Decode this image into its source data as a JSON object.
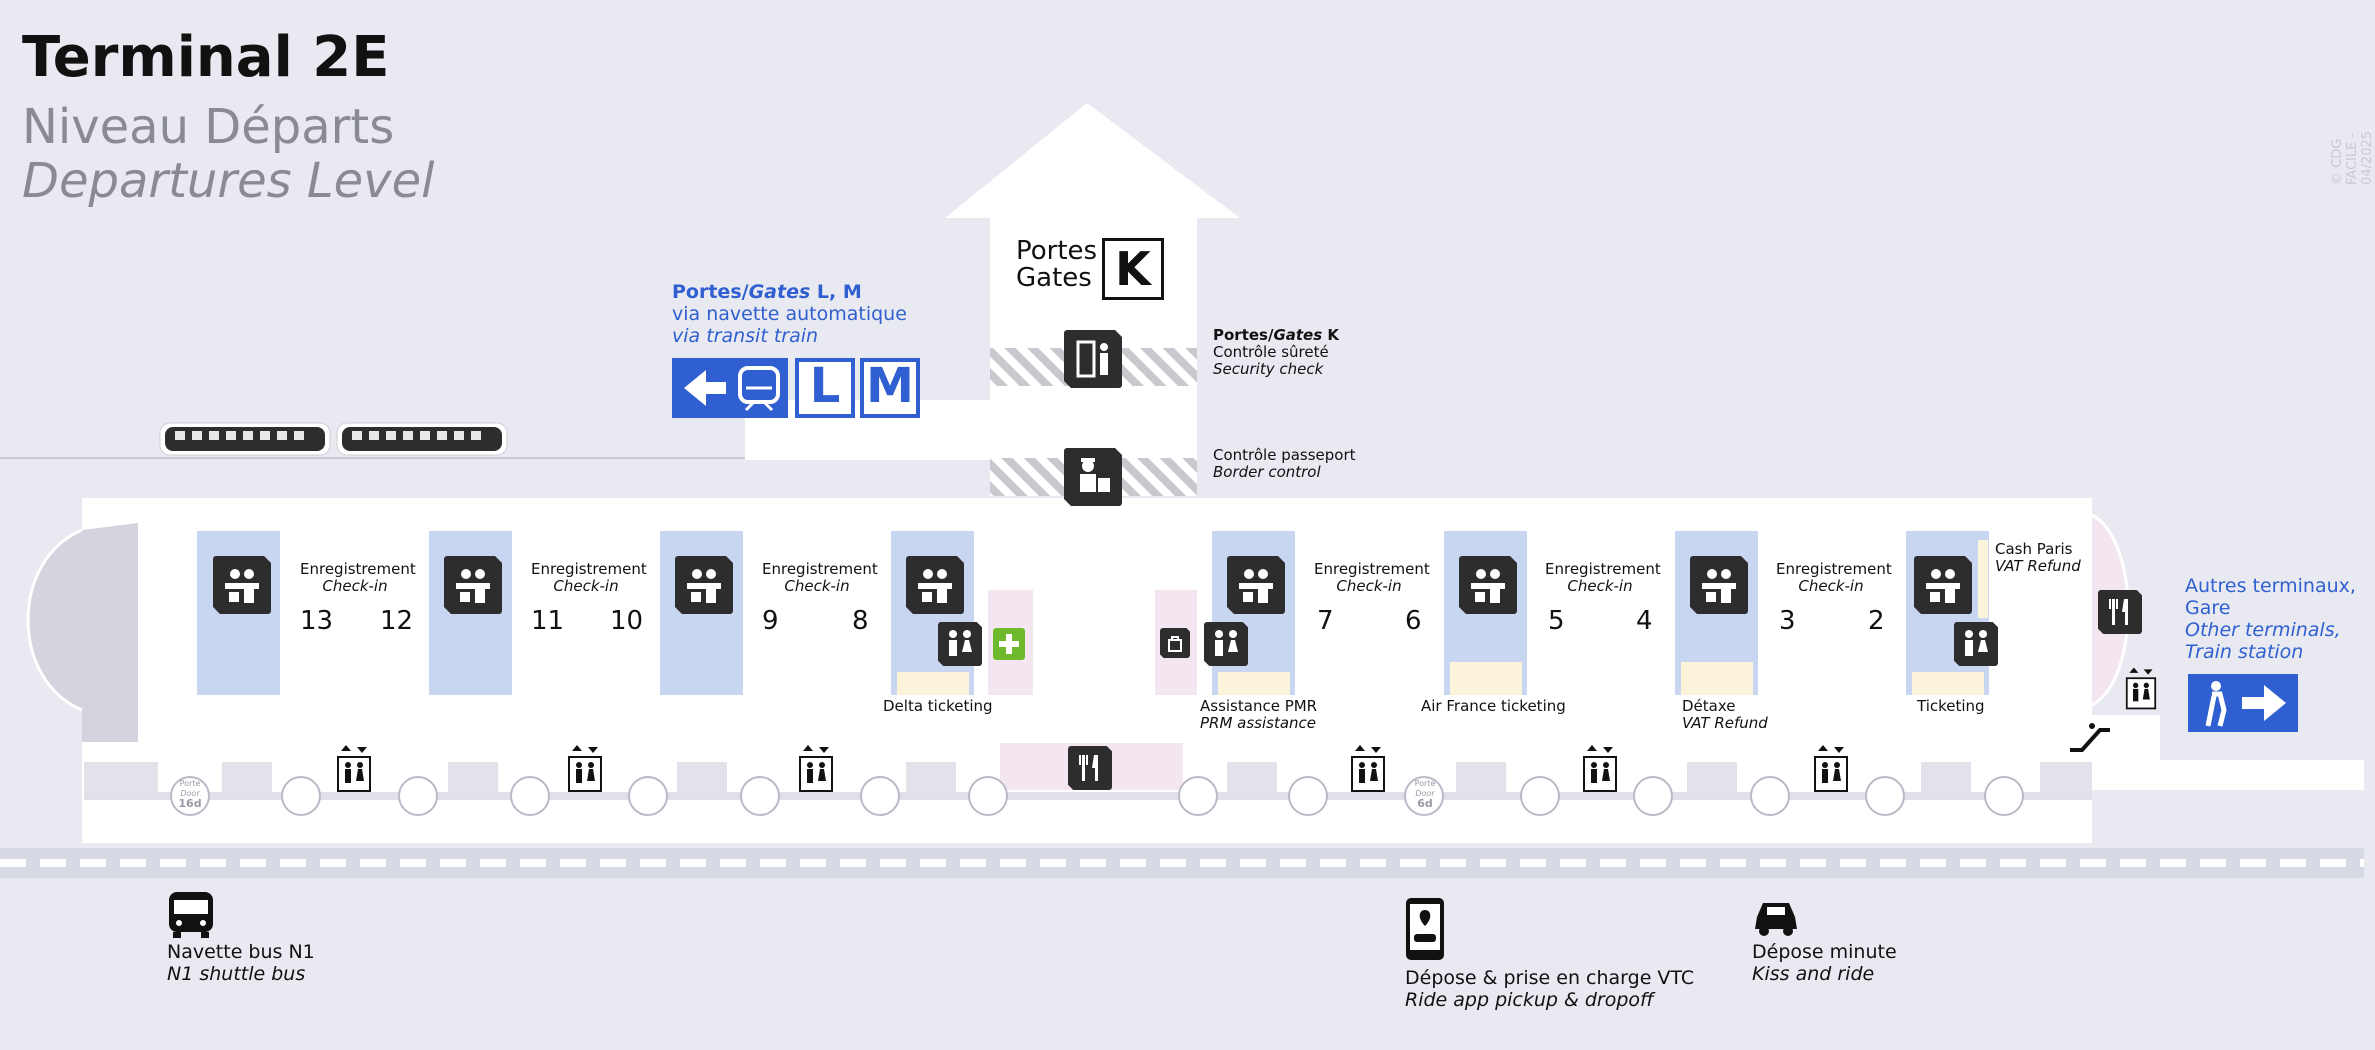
{
  "header": {
    "title": "Terminal 2E",
    "subtitle_fr": "Niveau Départs",
    "subtitle_en": "Departures Level"
  },
  "watermark": "© CDG FACILE - 04/2025",
  "gates_k": {
    "label": "Portes\nGates",
    "letter": "K"
  },
  "gates_lm": {
    "line1_fr": "Portes/",
    "line1_en": "Gates",
    "line1_tail": " L, M",
    "line2": "via navette automatique",
    "line3": "via transit train",
    "sign_letters": [
      "L",
      "M"
    ]
  },
  "security": {
    "title_fr": "Portes/",
    "title_en": "Gates",
    "title_tail": " K",
    "line_fr": "Contrôle sûreté",
    "line_en": "Security check"
  },
  "passport": {
    "line_fr": "Contrôle passeport",
    "line_en": "Border control"
  },
  "checkin_label_fr": "Enregistrement",
  "checkin_label_en": "Check-in",
  "counters": [
    {
      "left": "13",
      "right": "12"
    },
    {
      "left": "11",
      "right": "10"
    },
    {
      "left": "9",
      "right": "8"
    },
    {
      "left": "7",
      "right": "6"
    },
    {
      "left": "5",
      "right": "4"
    },
    {
      "left": "3",
      "right": "2"
    }
  ],
  "services": {
    "delta": "Delta ticketing",
    "pmr_fr": "Assistance PMR",
    "pmr_en": "PRM assistance",
    "airfrance": "Air France ticketing",
    "detaxe_fr": "Détaxe",
    "detaxe_en": "VAT Refund",
    "ticketing": "Ticketing",
    "cash_fr": "Cash Paris",
    "cash_en": "VAT Refund"
  },
  "other_terminals": {
    "fr1": "Autres terminaux,",
    "fr2": "Gare",
    "en1": "Other terminals,",
    "en2": "Train station"
  },
  "doors": [
    {
      "fr": "Porte",
      "en": "Door",
      "num": "16d"
    },
    {
      "fr": "Porte",
      "en": "Door",
      "num": "6d"
    }
  ],
  "ground": {
    "bus_fr": "Navette bus N1",
    "bus_en": "N1 shuttle bus",
    "vtc_fr": "Dépose & prise en charge VTC",
    "vtc_en": "Ride app pickup & dropoff",
    "kiss_fr": "Dépose minute",
    "kiss_en": "Kiss and ride"
  },
  "colors": {
    "accent": "#2f5fd0",
    "checkin": "#c9d6f1",
    "pink": "#f4e6f1",
    "cream": "#fbf3da",
    "dark": "#2d2d2d",
    "green": "#6fba2c",
    "bg": "#e8e9f1"
  }
}
